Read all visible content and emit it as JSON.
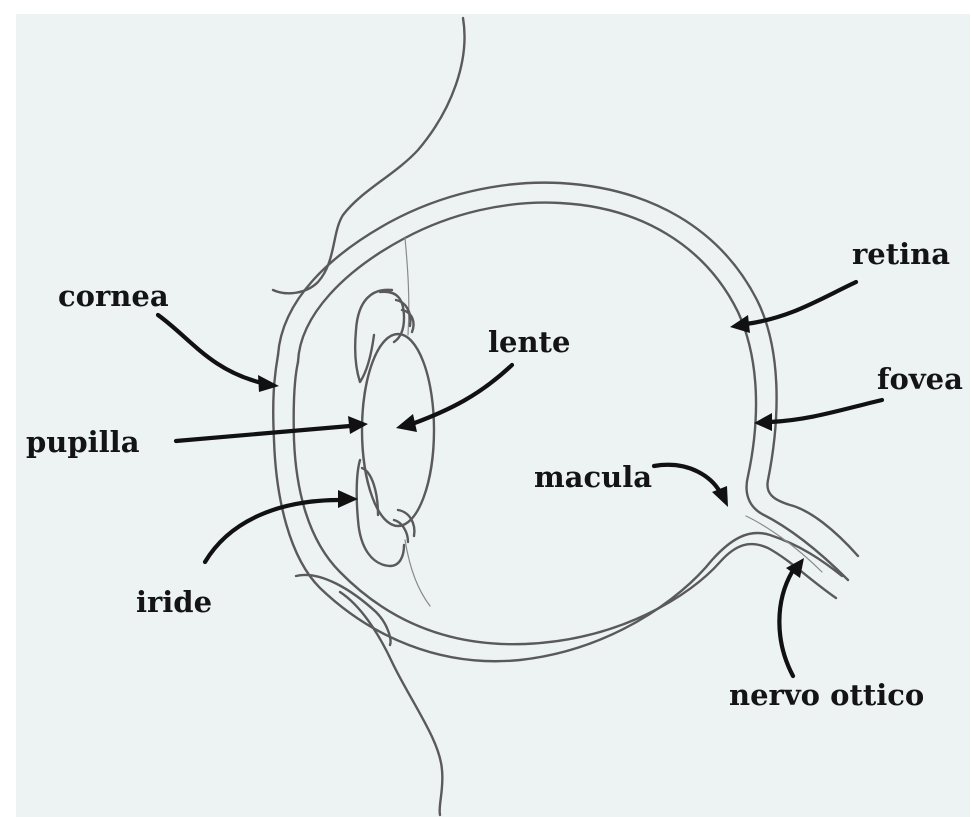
{
  "colors": {
    "paper": "#edf3f3",
    "pencil": "#5a5a5a",
    "ink": "#111111"
  },
  "labels": {
    "cornea": "cornea",
    "lente": "lente",
    "retina": "retina",
    "fovea": "fovea",
    "pupilla": "pupilla",
    "macula": "macula",
    "iride": "iride",
    "nervo_ottico": "nervo ottico"
  }
}
